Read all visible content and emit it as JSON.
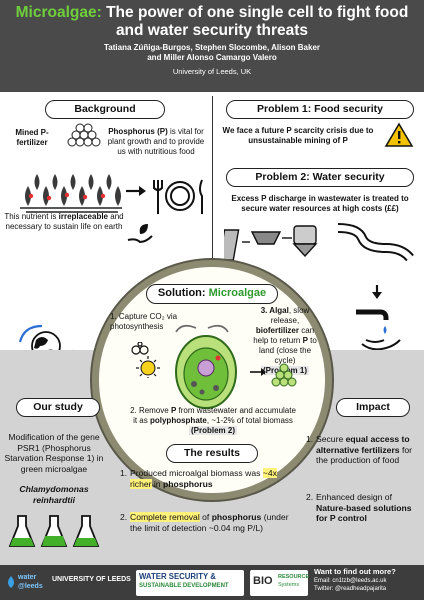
{
  "header": {
    "title_accent": "Microalgae:",
    "title_rest": " The power of one single cell to fight food and water security threats",
    "authors_line1": "Tatiana Zúñiga-Burgos, Stephen Slocombe, Alison Baker",
    "authors_line2": "and Miller Alonso Camargo Valero",
    "affiliation": "University of Leeds, UK"
  },
  "background": {
    "title": "Background",
    "mined_label": "Mined P-fertilizer",
    "phosphorus_bold": "Phosphorus (P)",
    "phosphorus_rest": " is vital for plant growth and to provide us with nutritious food",
    "nutrient_pre": "This nutrient is ",
    "nutrient_bold": "irreplaceable",
    "nutrient_post": " and necessary to sustain life on earth"
  },
  "problem1": {
    "title": "Problem 1: Food security",
    "text": "We face a future P scarcity crisis due to unsustainable mining of P"
  },
  "problem2": {
    "title": "Problem 2: Water security",
    "text": "Excess P discharge in wastewater is treated to secure water resources at high costs (££)"
  },
  "solution": {
    "title_pre": "Solution: ",
    "title_accent": "Microalgae",
    "step1": "1. Capture CO₂ via photosynthesis",
    "step3_bold1": "3. Algal",
    "step3_mid": ", slow release, ",
    "step3_bold2": "biofertilizer",
    "step3_rest": " can help to return ",
    "step3_bold3": "P",
    "step3_end": " to land (close the cycle)",
    "step3_tag": "(Problem 1)",
    "step2_pre": "2. Remove ",
    "step2_bold1": "P",
    "step2_mid": " from wastewater and accumulate it as ",
    "step2_bold2": "polyphosphate",
    "step2_end": ", ~1-2% of total biomass",
    "step2_tag": "(Problem 2)"
  },
  "study": {
    "title": "Our study",
    "text1": "Modification of the gene PSR1 (Phosphorus Starvation Response 1) in green microalgae",
    "species": "Chlamydomonas reinhardtii"
  },
  "impact": {
    "title": "Impact",
    "i1_pre": "Secure ",
    "i1_bold": "equal access to alternative fertilizers",
    "i1_post": " for the production of food",
    "i2_pre": "Enhanced design of ",
    "i2_bold": "Nature-based solutions for P control"
  },
  "results": {
    "title": "The results",
    "r1_pre": "Produced microalgal biomass was ",
    "r1_hl": "~4x richer",
    "r1_mid": " in ",
    "r1_bold": "phosphorus",
    "r2_hl": "Complete removal",
    "r2_mid": " of ",
    "r2_bold": "phosphorus",
    "r2_post": " (under the limit of detection ~0.04 mg P/L)"
  },
  "footer": {
    "logo_water": "water @leeds",
    "logo_uol": "UNIVERSITY OF LEEDS",
    "logo_ws1": "WATER SECURITY &",
    "logo_ws2": "SUSTAINABLE DEVELOPMENT",
    "logo_bio": "BIO",
    "logo_res1": "RESOURCE",
    "logo_res2": "Systems",
    "cta": "Want to find out more?",
    "email": "Email: cn1tzb@leeds.ac.uk",
    "twitter": "Twitter: @readheadpajarita"
  },
  "colors": {
    "accent_green": "#6fcf3b",
    "header_bg": "#4a4a4a",
    "highlight": "#fff27a"
  }
}
